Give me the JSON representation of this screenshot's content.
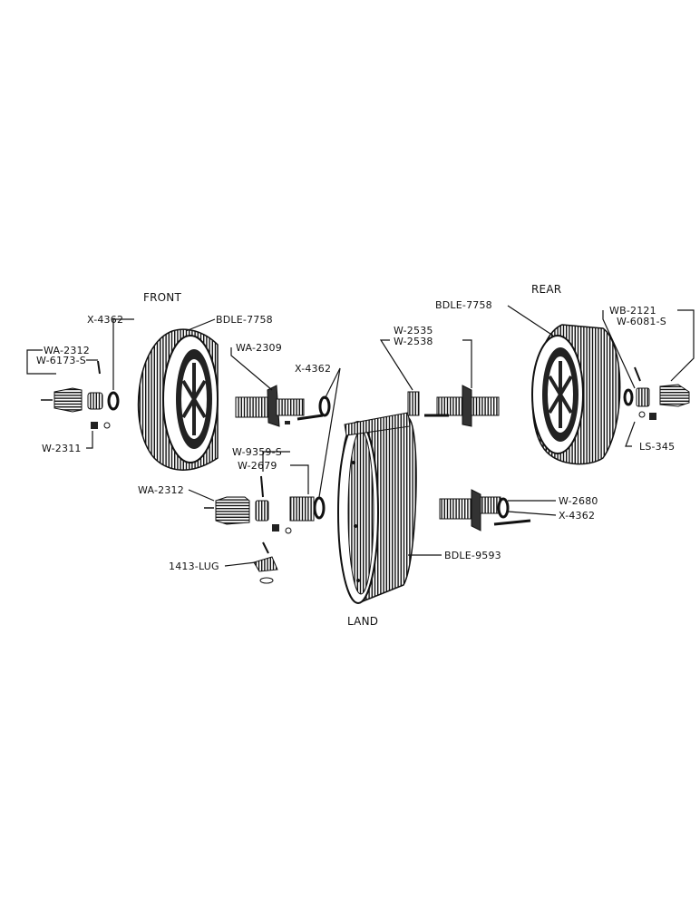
{
  "sections": {
    "front": "FRONT",
    "rear": "REAR",
    "land": "LAND"
  },
  "parts": {
    "bdle7758_front": "BDLE-7758",
    "bdle7758_rear": "BDLE-7758",
    "bdle9593": "BDLE-9593",
    "x4362_front": "X-4362",
    "x4362_center": "X-4362",
    "x4362_land": "X-4362",
    "wa2312_front": "WA-2312",
    "wa2312_land": "WA-2312",
    "w6173s": "W-6173-S",
    "w2311": "W-2311",
    "wa2309": "WA-2309",
    "w9359s": "W-9359-S",
    "w2679": "W-2679",
    "lug1413": "1413-LUG",
    "w2535": "W-2535",
    "w2538": "W-2538",
    "wb2121": "WB-2121",
    "w6081s": "W-6081-S",
    "ls345": "LS-345",
    "w2680": "W-2680"
  },
  "colors": {
    "ink": "#111111",
    "paper": "#ffffff",
    "shade": "#555555"
  }
}
